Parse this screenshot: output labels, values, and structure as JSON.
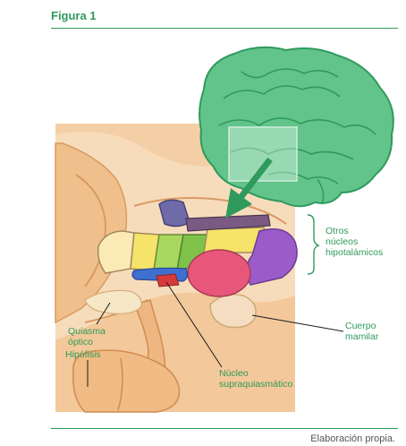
{
  "figure": {
    "title": "Figura 1",
    "footer": "Elaboración propia."
  },
  "labels": {
    "otros_line1": "Otros",
    "otros_line2": "núcleos",
    "otros_line3": "hipotalámicos",
    "cuerpo_line1": "Cuerpo",
    "cuerpo_line2": "mamilar",
    "quiasma_line1": "Quiasma",
    "quiasma_line2": "óptico",
    "hipofisis": "Hipófisis",
    "nucleo_line1": "Núcleo",
    "nucleo_line2": "supraquiasmático"
  },
  "colors": {
    "accent": "#2f9a5c",
    "brain": "#62c48a",
    "tissue": "#f2c79a",
    "tissue_dark": "#e3a872",
    "yellow": "#f6e46a",
    "green": "#7fc24a",
    "pink": "#e8577a",
    "purple": "#9b5cc9",
    "blue": "#3f6fd0",
    "slate": "#6f6aa8"
  }
}
